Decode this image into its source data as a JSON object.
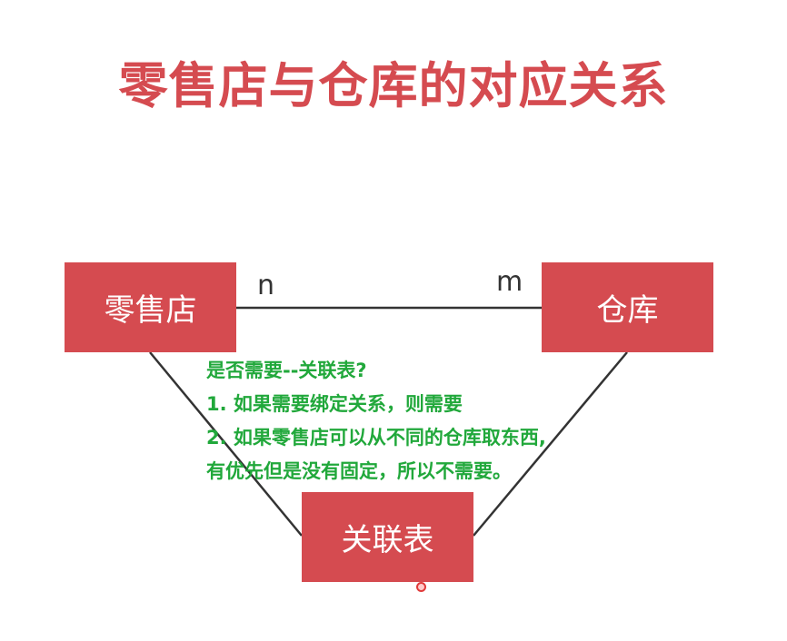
{
  "title": "零售店与仓库的对应关系",
  "nodes": {
    "retail": "零售店",
    "warehouse": "仓库",
    "join_table": "关联表"
  },
  "multiplicity": {
    "retail_side": "n",
    "warehouse_side": "m"
  },
  "note": {
    "lines": [
      "是否需要--关联表?",
      "1. 如果需要绑定关系，则需要",
      "2. 如果零售店可以从不同的仓库取东西,",
      "有优先但是没有固定，所以不需要。"
    ]
  },
  "colors": {
    "box": "#d54b50",
    "title": "#d54b50",
    "note": "#21a83b",
    "line": "#333333"
  }
}
